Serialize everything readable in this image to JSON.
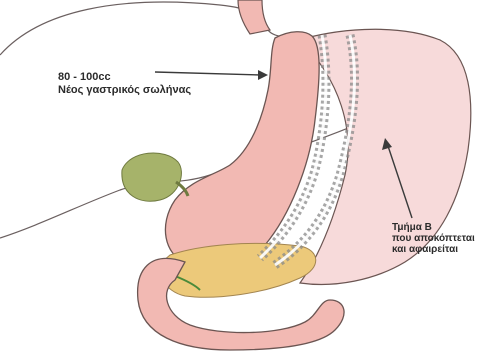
{
  "annotations": {
    "volume_label": {
      "line1": "80 - 100cc",
      "line2": "Νέος γαστρικός σωλήνας"
    },
    "removed_label": {
      "line1": "Τμήμα Β",
      "line2": "που αποκόπτεται",
      "line3": "και αφαιρείται"
    }
  },
  "colors": {
    "background": "#ffffff",
    "removed_stomach": "#f7dada",
    "sleeve_tube": "#f2b9b3",
    "outline": "#6b5552",
    "staple": "#8a8a8a",
    "pancreas": "#ecc97a",
    "gallbladder": "#a6b36a"
  }
}
